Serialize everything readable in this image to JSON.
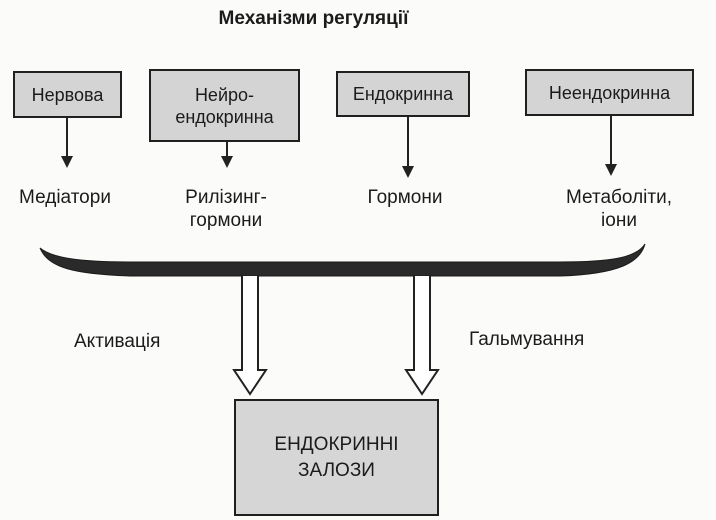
{
  "title": "Механізми регуляції",
  "sources": [
    {
      "label": "Нервова",
      "output": "Медіатори"
    },
    {
      "label": "Нейро-\nендокринна",
      "output": "Рилізинг-\nгормони"
    },
    {
      "label": "Ендокринна",
      "output": "Гормони"
    },
    {
      "label": "Неендокринна",
      "output": "Метаболіти,\nіони"
    }
  ],
  "activation_label": "Активація",
  "inhibition_label": "Гальмування",
  "target_label": "ЕНДОКРИННІ\nЗАЛОЗИ"
}
